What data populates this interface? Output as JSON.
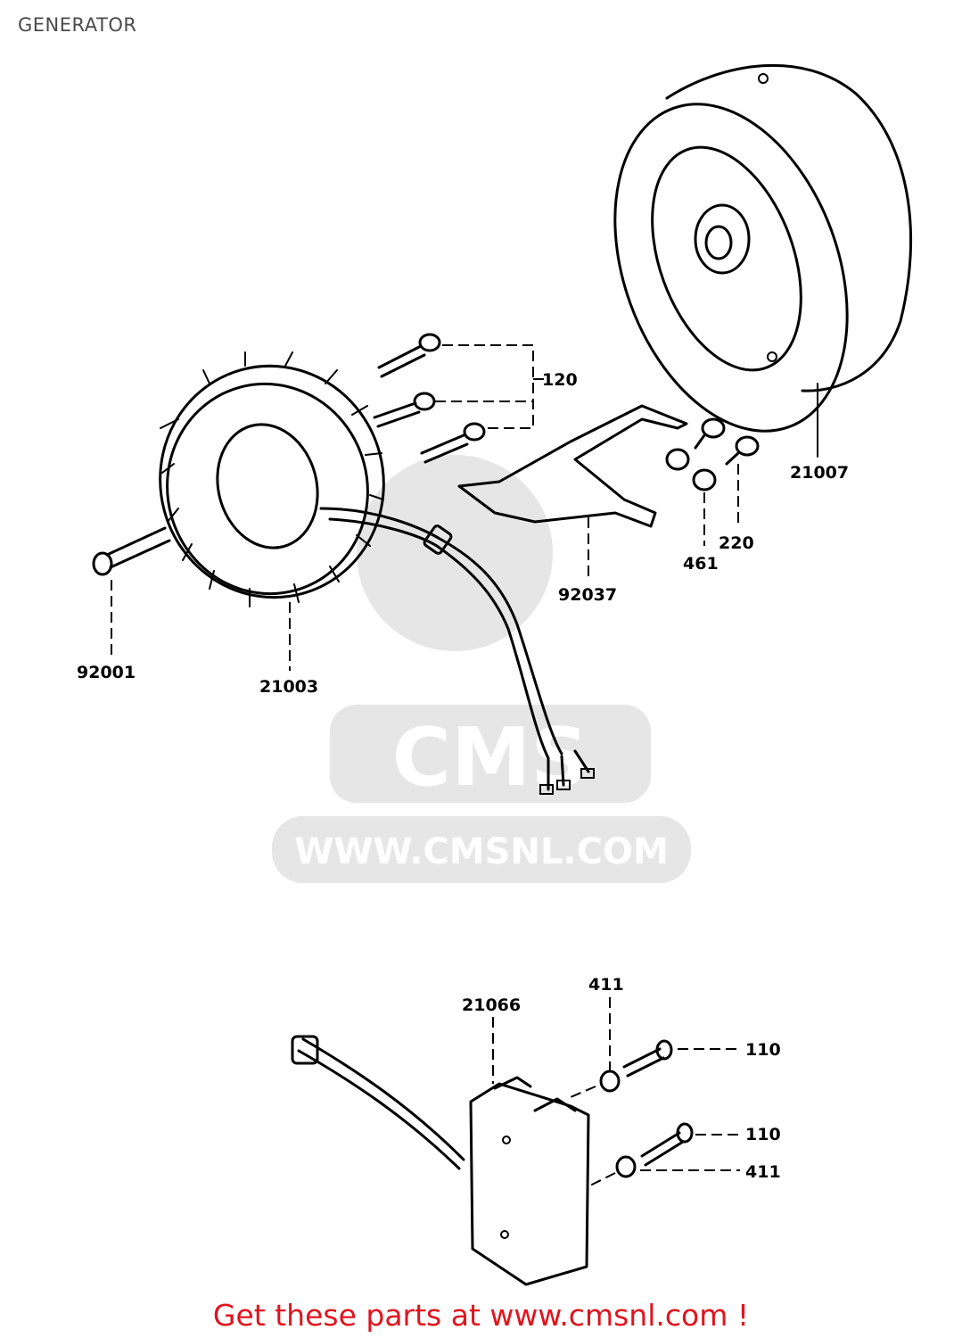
{
  "title": "GENERATOR",
  "watermark": "WWW.CMSNL.COM",
  "watermark_logo": "CMS",
  "footer": "Get these parts at www.cmsnl.com !",
  "colors": {
    "footer": "#e0141e",
    "title": "#4a4a4a",
    "watermark": "#e6e6e6"
  },
  "parts": {
    "p120": "120",
    "p21007": "21007",
    "p220": "220",
    "p461": "461",
    "p92037": "92037",
    "p92001": "92001",
    "p21003": "21003",
    "p21066": "21066",
    "p411_top": "411",
    "p110_top": "110",
    "p110_bottom": "110",
    "p411_bottom": "411"
  }
}
